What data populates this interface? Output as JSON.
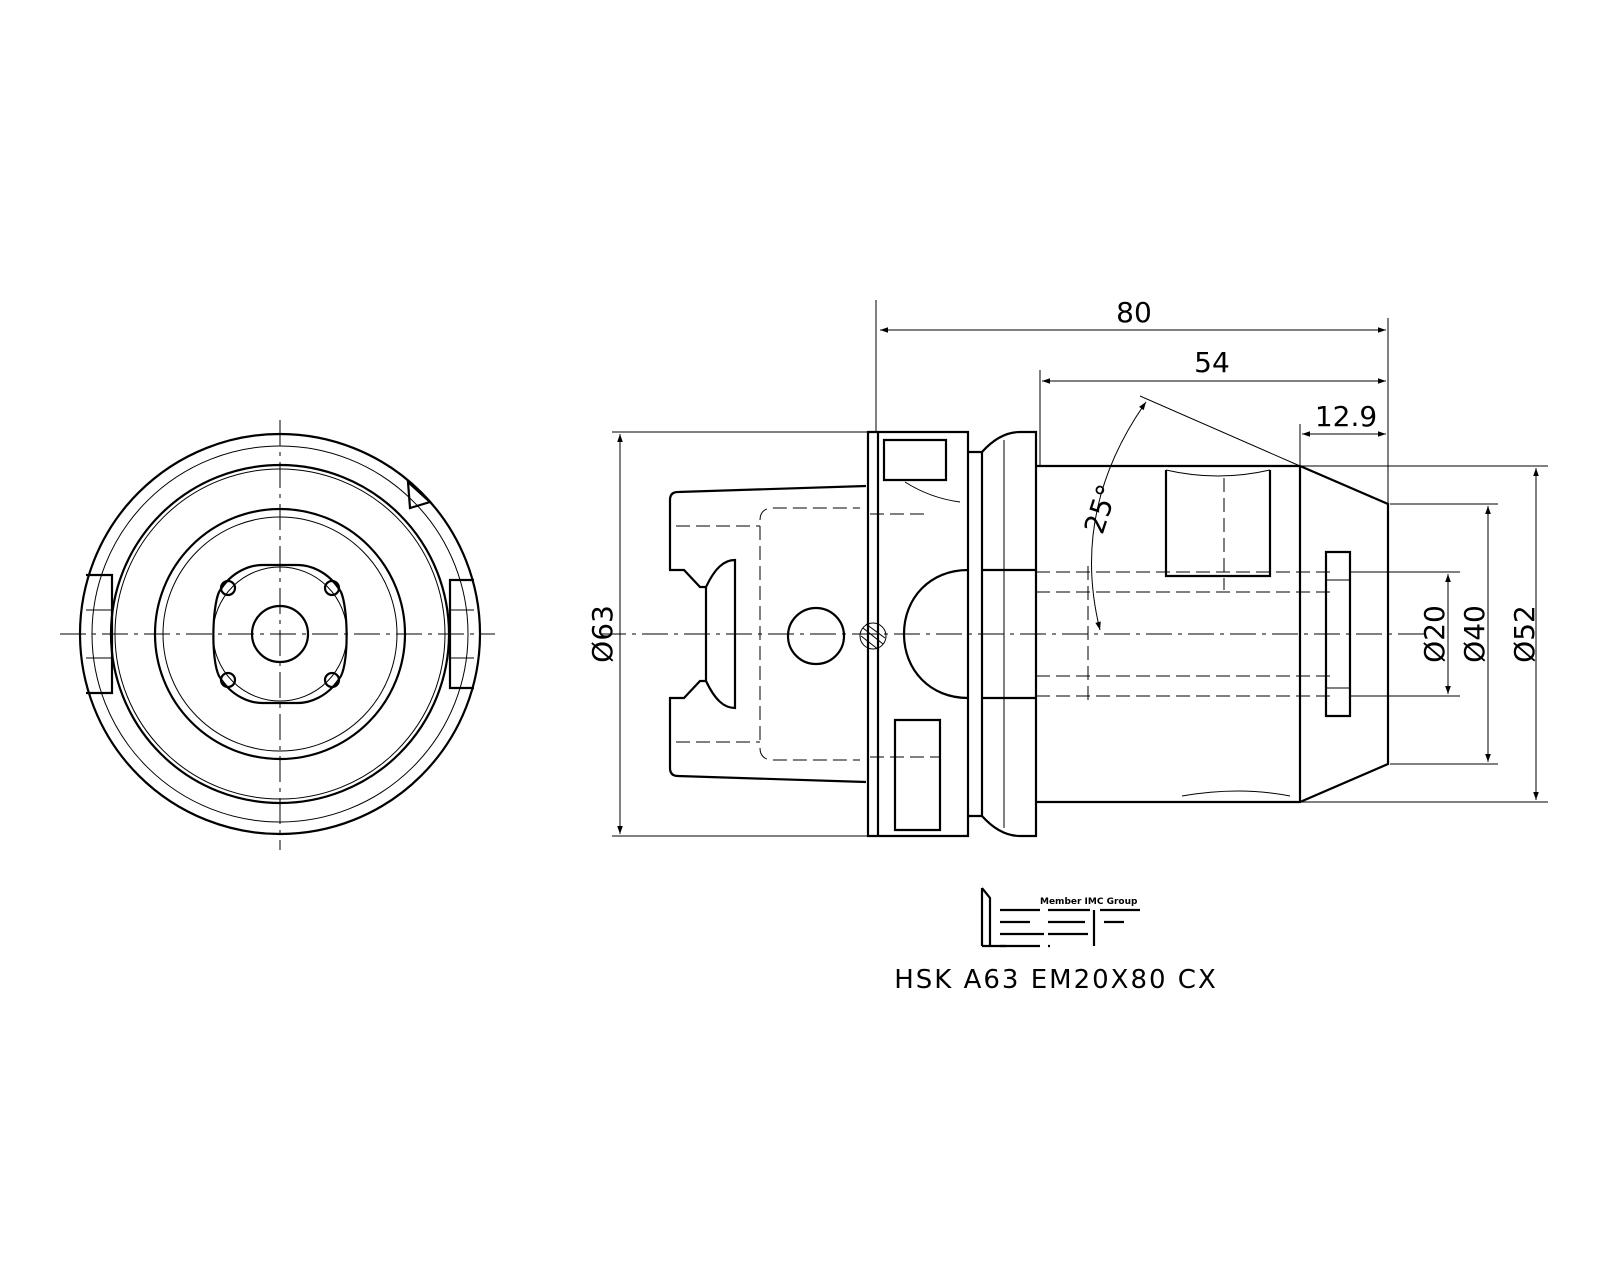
{
  "drawing": {
    "part_number": "HSK  A63  EM20X80  CX",
    "logo": {
      "wordmark": "iscar",
      "tagline": "Member IMC Group"
    },
    "dimensions": {
      "overall_length": "80",
      "body_length": "54",
      "nose_length": "12.9",
      "cone_angle": "25°",
      "flange_diameter": "Ø63",
      "bore_diameter": "Ø20",
      "nose_diameter": "Ø40",
      "body_diameter": "Ø52"
    }
  }
}
